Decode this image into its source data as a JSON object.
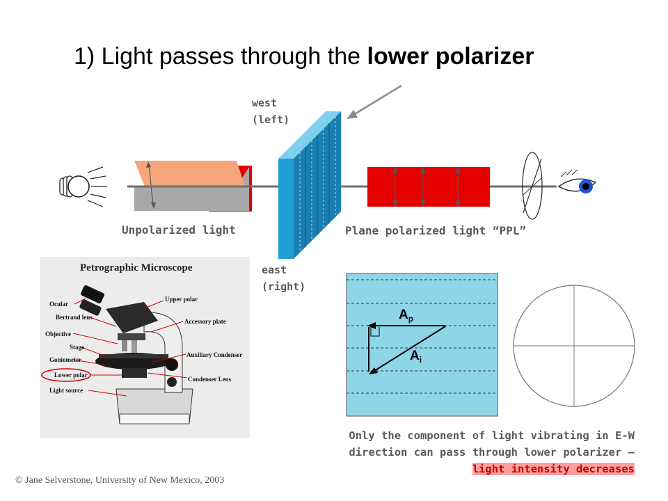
{
  "slide": {
    "title_prefix": "1) Light passes through the ",
    "title_bold": "lower polarizer",
    "west_line1": "west",
    "west_line2": "(left)",
    "east_line1": "east",
    "east_line2": "(right)",
    "unpolarized_label": "Unpolarized light",
    "ppl_label": "Plane polarized light “PPL”",
    "note_line1": "Only the component of light vibrating in E-W",
    "note_line2": "direction can pass through lower polarizer –",
    "note_highlight": "light intensity decreases",
    "copyright": "© Jane Selverstone, University of New Mexico, 2003"
  },
  "vector_diagram": {
    "label_ap_base": "A",
    "label_ap_sub": "p",
    "label_ai_base": "A",
    "label_ai_sub": "i"
  },
  "microscope": {
    "title": "Petrographic Microscope",
    "labels": {
      "ocular": "Ocular",
      "bertrand": "Bertrand lens",
      "objective": "Objective",
      "stage": "Stage",
      "goniometer": "Goniometer",
      "lower_polar": "Lower polar",
      "light_source": "Light source",
      "upper_polar": "Upper polar",
      "accessory": "Accessory plate",
      "aux_condenser": "Auxiliary Condenser",
      "condenser_lens": "Condenser Lens"
    }
  },
  "colors": {
    "polarizer_blue": "#1f9ed6",
    "ppl_red": "#e50000",
    "unpolarized_orange": "#f7a57a",
    "unpolarized_gray": "#a8a8a8",
    "vector_box": "#8fd5e8",
    "highlight": "#ff9f9f",
    "eye_iris": "#2255cc"
  },
  "icons": {
    "light_bulb": "bulb-icon",
    "eye": "eye-icon",
    "analyzer_lens": "lens-icon"
  }
}
